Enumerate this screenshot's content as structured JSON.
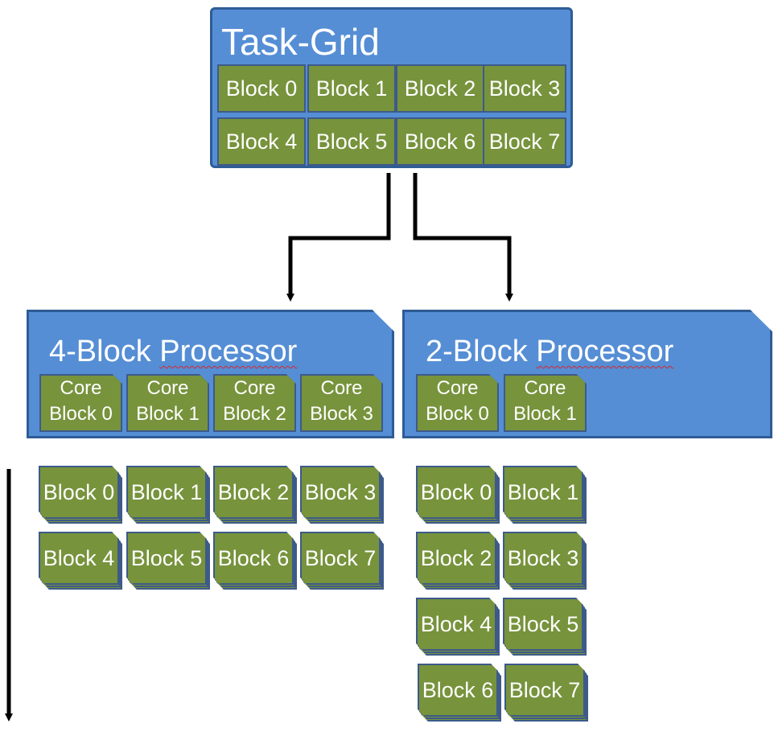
{
  "task_grid": {
    "title": "Task-Grid",
    "blocks": [
      "Block 0",
      "Block 1",
      "Block 2",
      "Block 3",
      "Block 4",
      "Block 5",
      "Block 6",
      "Block 7"
    ]
  },
  "processors": [
    {
      "title_prefix": "4-Block ",
      "title_word": "Processor",
      "cores": [
        {
          "line1": "Core",
          "line2": "Block 0"
        },
        {
          "line1": "Core",
          "line2": "Block 1"
        },
        {
          "line1": "Core",
          "line2": "Block 2"
        },
        {
          "line1": "Core",
          "line2": "Block 3"
        }
      ],
      "schedule": [
        "Block 0",
        "Block 1",
        "Block 2",
        "Block 3",
        "Block 4",
        "Block 5",
        "Block 6",
        "Block 7"
      ]
    },
    {
      "title_prefix": "2-Block ",
      "title_word": "Processor",
      "cores": [
        {
          "line1": "Core",
          "line2": "Block 0"
        },
        {
          "line1": "Core",
          "line2": "Block 1"
        }
      ],
      "schedule": [
        "Block 0",
        "Block 1",
        "Block 2",
        "Block 3",
        "Block 4",
        "Block 5",
        "Block 6",
        "Block 7"
      ]
    }
  ],
  "colors": {
    "container_fill": "#558ed5",
    "container_border": "#2e5c95",
    "block_fill": "#77933c",
    "block_border": "#3d5a8a",
    "text": "#ffffff",
    "arrow": "#000000"
  }
}
